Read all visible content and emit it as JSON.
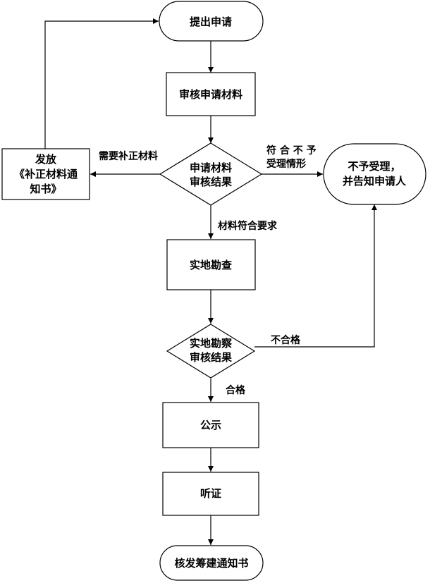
{
  "nodes": {
    "submit": "提出申请",
    "review_materials": "审核申请材料",
    "materials_decision": [
      "申请材料",
      "审核结果"
    ],
    "issue_notice": [
      "发放",
      "《补正材料通",
      "知书》"
    ],
    "reject": [
      "不予受理，",
      "并告知申请人"
    ],
    "site_survey": "实地勘查",
    "survey_decision": [
      "实地勘察",
      "审核结果"
    ],
    "publicity": "公示",
    "hearing": "听证",
    "issue_permit": "核发筹建通知书"
  },
  "edges": {
    "need_correction": "需要补正材料",
    "not_accepted": [
      "符 合 不 予",
      "受理情形"
    ],
    "materials_ok": "材料符合要求",
    "unqualified": "不合格",
    "qualified": "合格"
  }
}
